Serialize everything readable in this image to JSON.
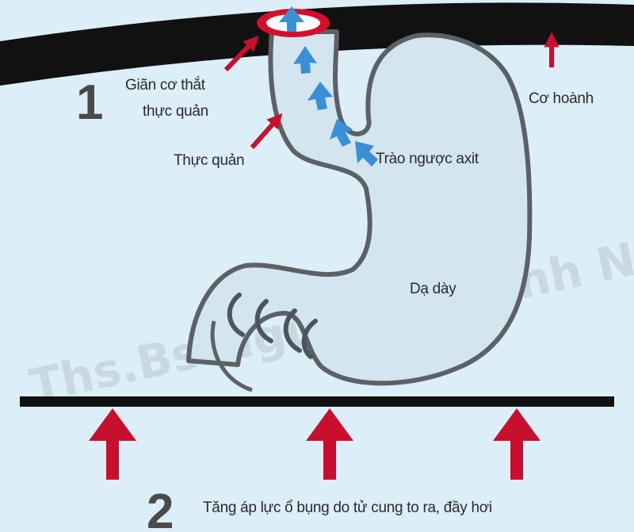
{
  "labels": {
    "step1_number": "1",
    "step2_number": "2",
    "sphincter_line1": "Giãn cơ thắt",
    "sphincter_line2": "thực quản",
    "esophagus": "Thực quản",
    "acid_reflux": "Trào ngược axit",
    "diaphragm": "Cơ hoành",
    "stomach": "Dạ dày",
    "pressure": "Tăng áp lực ổ bụng do tử cung to ra, đầy hơi"
  },
  "watermark": "Ths.Bs.Nguyễn Thành Nhân",
  "colors": {
    "background": "#dceef7",
    "diaphragm": "#111111",
    "arrow_red": "#c8102e",
    "acid_blue": "#3a8fd6",
    "organ_outline": "#5c6166",
    "organ_fill": "#d3e6f0"
  }
}
